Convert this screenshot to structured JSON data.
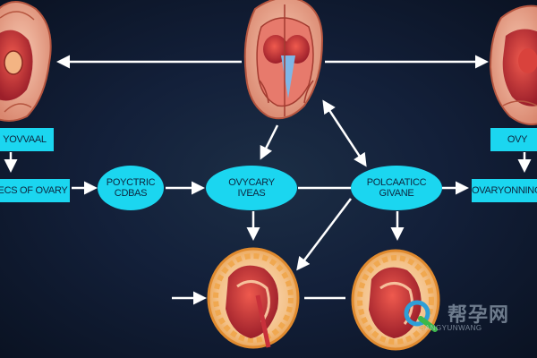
{
  "nodes": {
    "box_left_top": "YOVVAAL",
    "box_left_mid": "ECS OF OVARY",
    "ellipse_1_line1": "POYCTRIC",
    "ellipse_1_line2": "CDBAS",
    "ellipse_2_line1": "OVYCARY",
    "ellipse_2_line2": "IVEAS",
    "ellipse_3_line1": "POLCAATICC",
    "ellipse_3_line2": "GIVANE",
    "box_right_top": "OVY",
    "box_right_mid": "OVARYONNINGS"
  },
  "watermark": {
    "title": "帮孕网",
    "subtitle": "BANGYUNWANG"
  },
  "colors": {
    "background": "#13203a",
    "node_fill": "#1bd6f0",
    "arrow": "#ffffff",
    "organ_red": "#c8303a",
    "organ_pink": "#f2b59c"
  }
}
